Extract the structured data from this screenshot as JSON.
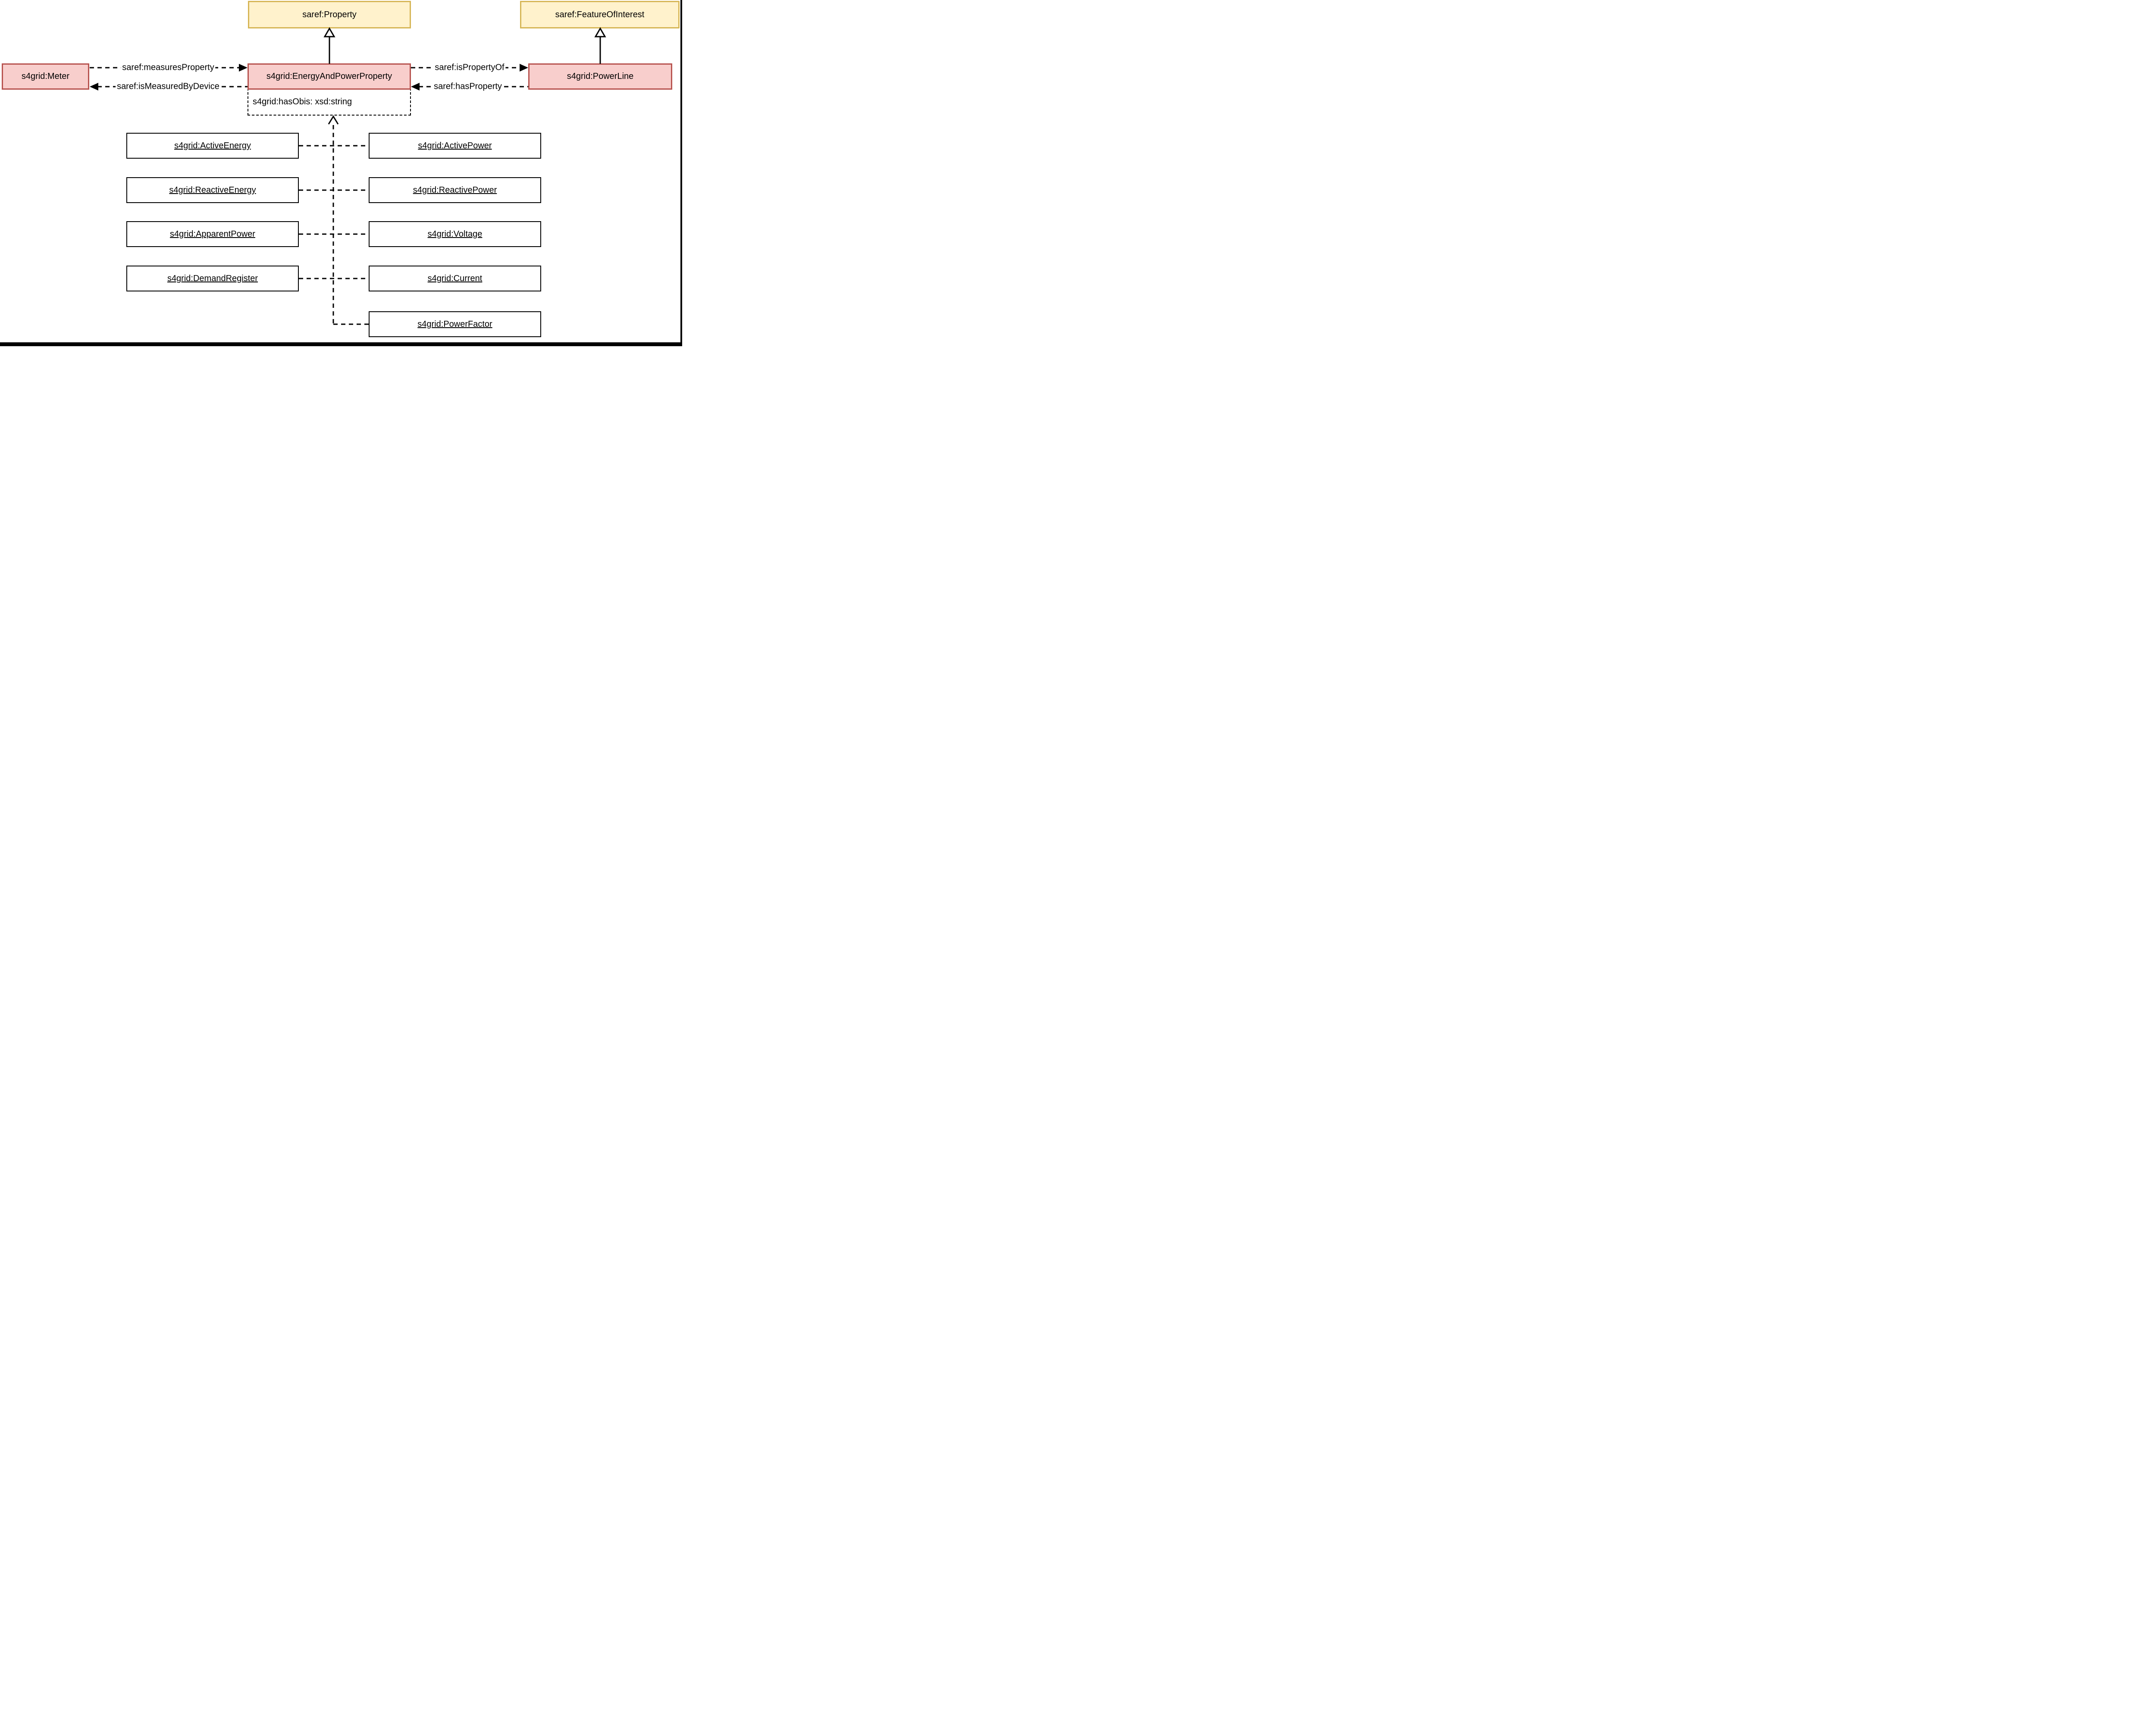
{
  "diagram": {
    "colors": {
      "external_fill": "#FFF2CC",
      "external_border": "#D6B656",
      "class_fill": "#F8CECC",
      "class_border": "#B85450",
      "plain_border": "#000000",
      "background": "#FFFFFF"
    },
    "external_classes": {
      "property": "saref:Property",
      "feature_of_interest": "saref:FeatureOfInterest"
    },
    "classes": {
      "meter": "s4grid:Meter",
      "energy_and_power_property": "s4grid:EnergyAndPowerProperty",
      "power_line": "s4grid:PowerLine"
    },
    "attributes": {
      "has_obis": "s4grid:hasObis: xsd:string"
    },
    "object_properties": {
      "measures_property": "saref:measuresProperty",
      "is_measured_by_device": "saref:isMeasuredByDevice",
      "is_property_of": "saref:isPropertyOf",
      "has_property": "saref:hasProperty"
    },
    "subclasses": {
      "left": [
        "s4grid:ActiveEnergy",
        "s4grid:ReactiveEnergy",
        "s4grid:ApparentPower",
        "s4grid:DemandRegister"
      ],
      "right": [
        "s4grid:ActivePower",
        "s4grid:ReactivePower",
        "s4grid:Voltage",
        "s4grid:Current",
        "s4grid:PowerFactor"
      ]
    }
  }
}
